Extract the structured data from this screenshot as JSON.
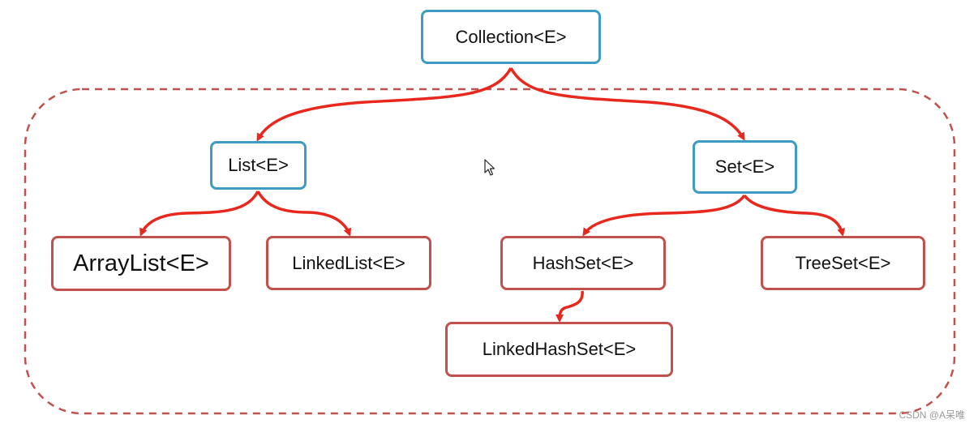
{
  "colors": {
    "interface_border": "#3d9cc1",
    "class_border": "#c0514d",
    "arrow": "#e8281c",
    "group_dashed_border": "#c0514d"
  },
  "nodes": {
    "collection": "Collection<E>",
    "list": "List<E>",
    "set": "Set<E>",
    "arraylist": "ArrayList<E>",
    "linkedlist": "LinkedList<E>",
    "hashset": "HashSet<E>",
    "treeset": "TreeSet<E>",
    "linkedhashset": "LinkedHashSet<E>"
  },
  "edges": [
    {
      "from": "collection",
      "to": "list"
    },
    {
      "from": "collection",
      "to": "set"
    },
    {
      "from": "list",
      "to": "arraylist"
    },
    {
      "from": "list",
      "to": "linkedlist"
    },
    {
      "from": "set",
      "to": "hashset"
    },
    {
      "from": "set",
      "to": "treeset"
    },
    {
      "from": "hashset",
      "to": "linkedhashset"
    }
  ],
  "watermark": "CSDN @A呆唯",
  "cursor_icon": "mouse-pointer-icon"
}
